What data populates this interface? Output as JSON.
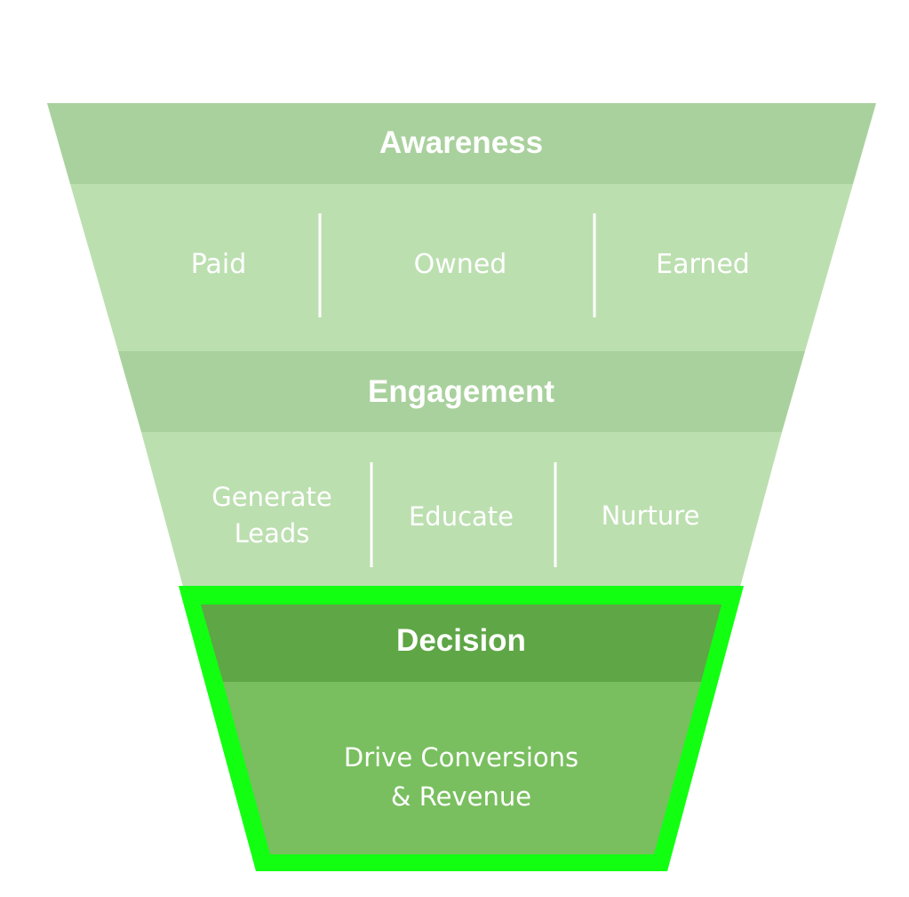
{
  "funnel": {
    "awareness": {
      "title": "Awareness",
      "items": [
        "Paid",
        "Owned",
        "Earned"
      ]
    },
    "engagement": {
      "title": "Engagement",
      "items": [
        {
          "line1": "Generate",
          "line2": "Leads"
        },
        {
          "line1": "Educate"
        },
        {
          "line1": "Nurture"
        }
      ]
    },
    "decision": {
      "title": "Decision",
      "body_line1": "Drive Conversions",
      "body_line2": "& Revenue",
      "highlighted": true
    }
  },
  "colors": {
    "header_light": "#a9d19d",
    "body_light": "#bcdfb0",
    "header_dark": "#5ea646",
    "body_dark": "#79bf5f",
    "highlight_border": "#12ff12",
    "divider": "#ffffff",
    "text": "#ffffff"
  }
}
